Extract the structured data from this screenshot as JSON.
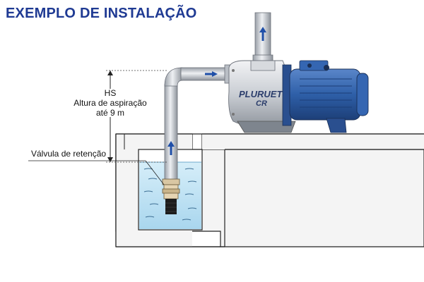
{
  "title": "EXEMPLO DE INSTALAÇÃO",
  "labels": {
    "hs": "HS",
    "suction_height": "Altura de aspiração",
    "max_height": "até 9 m",
    "check_valve": "Válvula de retenção"
  },
  "pump": {
    "brand": "PLURUET",
    "model": "CR"
  },
  "colors": {
    "title": "#1f3a93",
    "water": "#bfe3f4",
    "motor": "#2e5fa8",
    "pipe": "#c8ccd2",
    "wall": "#f0f0f0"
  }
}
